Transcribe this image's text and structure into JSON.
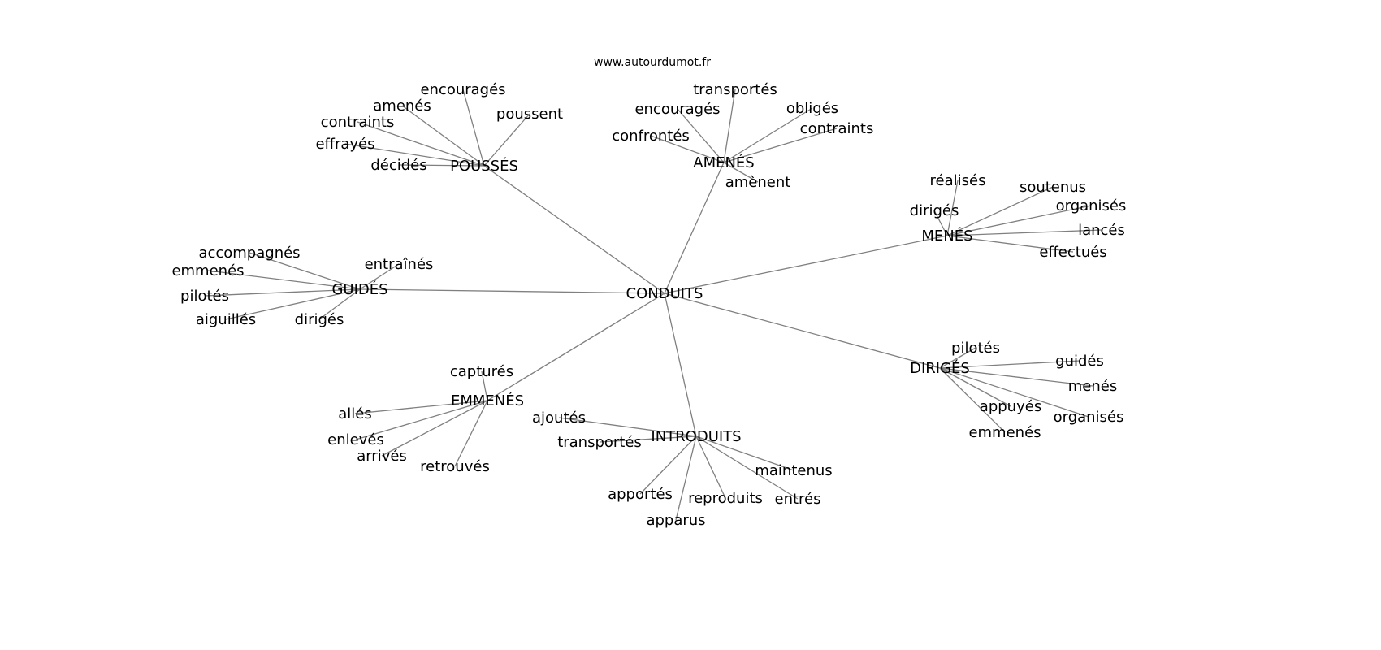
{
  "title": "www.autourdumot.fr",
  "graph": {
    "center": "CONDUITS",
    "hubs": [
      {
        "label": "POUSSÉS",
        "leaves": [
          "encouragés",
          "amenés",
          "poussent",
          "contraints",
          "effrayés",
          "décidés"
        ]
      },
      {
        "label": "AMENÉS",
        "leaves": [
          "transportés",
          "encouragés",
          "obligés",
          "contraints",
          "confrontés",
          "amènent"
        ]
      },
      {
        "label": "MENÉS",
        "leaves": [
          "réalisés",
          "soutenus",
          "dirigés",
          "organisés",
          "lancés",
          "effectués"
        ]
      },
      {
        "label": "GUIDÉS",
        "leaves": [
          "accompagnés",
          "emmenés",
          "entraînés",
          "pilotés",
          "aiguillés",
          "dirigés"
        ]
      },
      {
        "label": "DIRIGÉS",
        "leaves": [
          "pilotés",
          "guidés",
          "menés",
          "appuyés",
          "organisés",
          "emmenés"
        ]
      },
      {
        "label": "EMMENÉS",
        "leaves": [
          "capturés",
          "allés",
          "enlevés",
          "arrivés",
          "retrouvés"
        ]
      },
      {
        "label": "INTRODUITS",
        "leaves": [
          "ajoutés",
          "transportés",
          "maintenus",
          "apportés",
          "reproduits",
          "entrés",
          "apparus"
        ]
      }
    ]
  }
}
